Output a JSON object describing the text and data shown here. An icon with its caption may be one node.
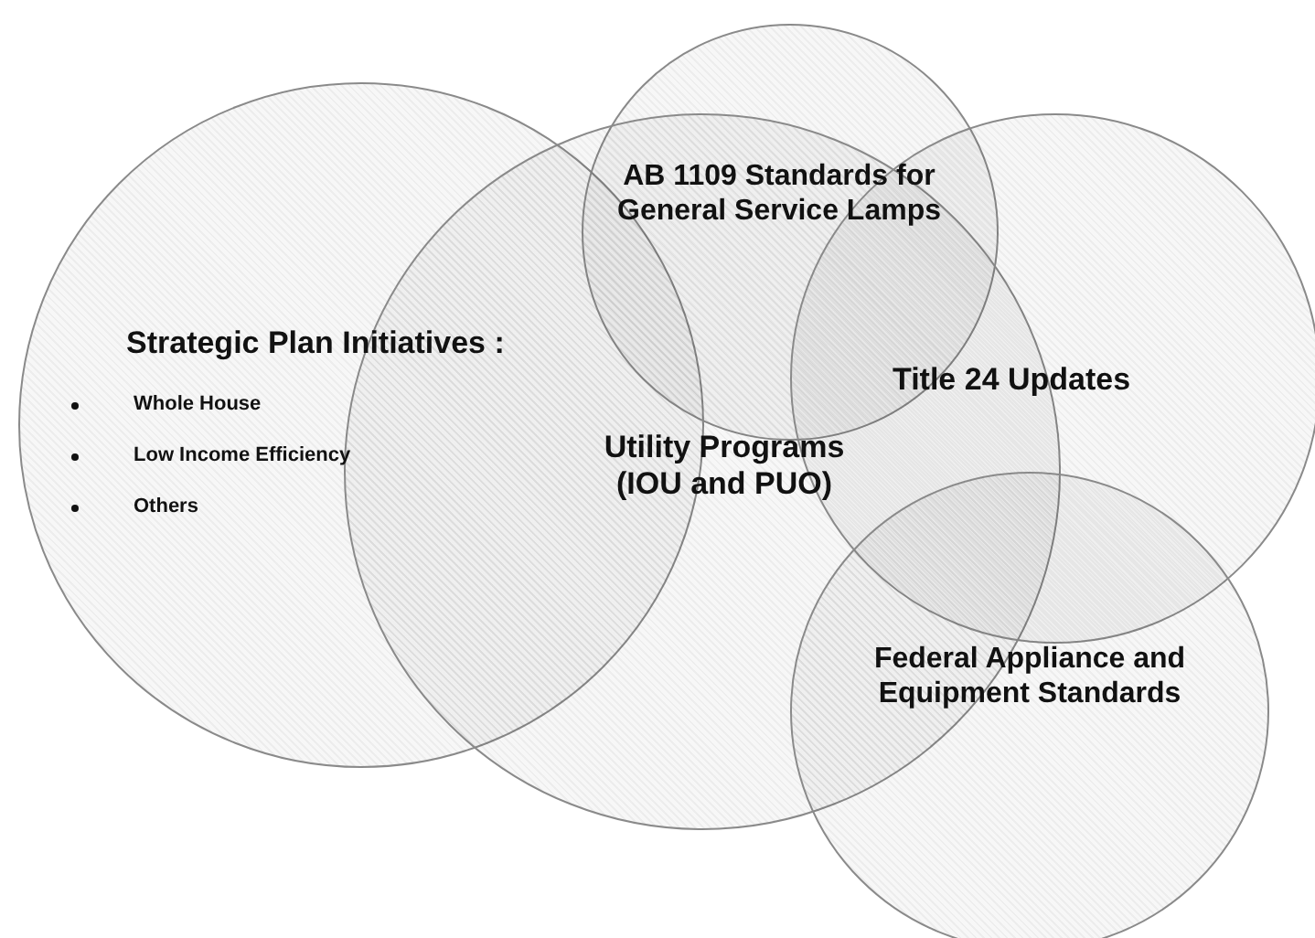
{
  "diagram": {
    "nodes": [
      {
        "text": [
          "Strategic Plan Initiatives :",
          "Whole House",
          "Low Income Efficiency",
          "Others"
        ]
      },
      {
        "text": [
          "AB 1109 Standards for General Service Lamps"
        ]
      },
      {
        "text": [
          "Utility Programs (IOU and PUO)"
        ]
      },
      {
        "text": [
          "Title 24 Updates"
        ]
      },
      {
        "text": [
          "Federal Appliance and Equipment Standards"
        ]
      }
    ]
  }
}
